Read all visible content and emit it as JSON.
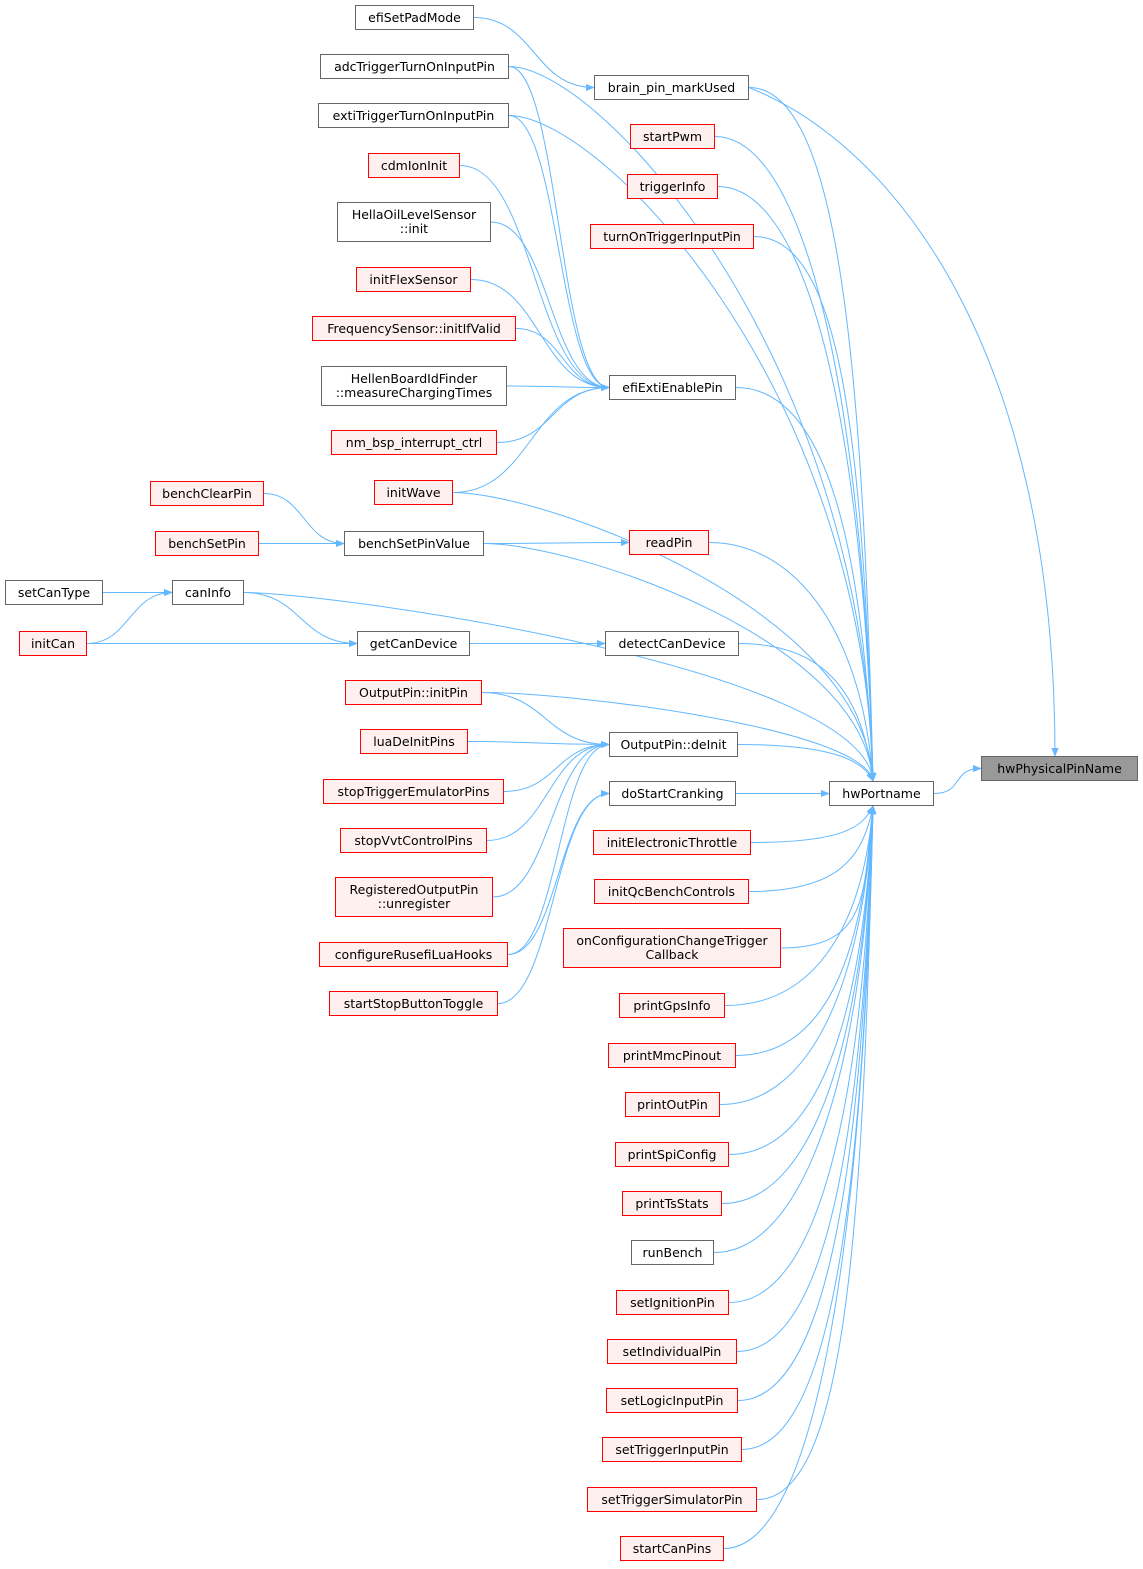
{
  "title": "hwPhysicalPinName caller graph",
  "colors": {
    "edge": "#63b8ff",
    "red_border": "#ff0000",
    "red_fill": "#fff0f0",
    "gray_border": "#666666",
    "root_fill": "#999999"
  },
  "nodes": [
    {
      "id": "hwPhysicalPinName",
      "label": "hwPhysicalPinName",
      "style": "root"
    },
    {
      "id": "hwPortname",
      "label": "hwPortname",
      "style": "gray"
    },
    {
      "id": "brain_pin_markUsed",
      "label": "brain_pin_markUsed",
      "style": "gray"
    },
    {
      "id": "startPwm",
      "label": "startPwm",
      "style": "red"
    },
    {
      "id": "triggerInfo",
      "label": "triggerInfo",
      "style": "red"
    },
    {
      "id": "turnOnTriggerInputPin",
      "label": "turnOnTriggerInputPin",
      "style": "red"
    },
    {
      "id": "efiExtiEnablePin",
      "label": "efiExtiEnablePin",
      "style": "gray"
    },
    {
      "id": "readPin",
      "label": "readPin",
      "style": "red"
    },
    {
      "id": "detectCanDevice",
      "label": "detectCanDevice",
      "style": "gray"
    },
    {
      "id": "OutputPin_deInit",
      "label": "OutputPin::deInit",
      "style": "gray"
    },
    {
      "id": "doStartCranking",
      "label": "doStartCranking",
      "style": "gray"
    },
    {
      "id": "initElectronicThrottle",
      "label": "initElectronicThrottle",
      "style": "red"
    },
    {
      "id": "initQcBenchControls",
      "label": "initQcBenchControls",
      "style": "red"
    },
    {
      "id": "onConfigurationChangeTriggerCallback",
      "label": "onConfigurationChangeTrigger\nCallback",
      "style": "red"
    },
    {
      "id": "printGpsInfo",
      "label": "printGpsInfo",
      "style": "red"
    },
    {
      "id": "printMmcPinout",
      "label": "printMmcPinout",
      "style": "red"
    },
    {
      "id": "printOutPin",
      "label": "printOutPin",
      "style": "red"
    },
    {
      "id": "printSpiConfig",
      "label": "printSpiConfig",
      "style": "red"
    },
    {
      "id": "printTsStats",
      "label": "printTsStats",
      "style": "red"
    },
    {
      "id": "runBench",
      "label": "runBench",
      "style": "gray"
    },
    {
      "id": "setIgnitionPin",
      "label": "setIgnitionPin",
      "style": "red"
    },
    {
      "id": "setIndividualPin",
      "label": "setIndividualPin",
      "style": "red"
    },
    {
      "id": "setLogicInputPin",
      "label": "setLogicInputPin",
      "style": "red"
    },
    {
      "id": "setTriggerInputPin",
      "label": "setTriggerInputPin",
      "style": "red"
    },
    {
      "id": "setTriggerSimulatorPin",
      "label": "setTriggerSimulatorPin",
      "style": "red"
    },
    {
      "id": "startCanPins",
      "label": "startCanPins",
      "style": "red"
    },
    {
      "id": "efiSetPadMode",
      "label": "efiSetPadMode",
      "style": "gray"
    },
    {
      "id": "adcTriggerTurnOnInputPin",
      "label": "adcTriggerTurnOnInputPin",
      "style": "gray"
    },
    {
      "id": "extiTriggerTurnOnInputPin",
      "label": "extiTriggerTurnOnInputPin",
      "style": "gray"
    },
    {
      "id": "cdmIonInit",
      "label": "cdmIonInit",
      "style": "red"
    },
    {
      "id": "HellaOilLevelSensor_init",
      "label": "HellaOilLevelSensor\n::init",
      "style": "gray"
    },
    {
      "id": "initFlexSensor",
      "label": "initFlexSensor",
      "style": "red"
    },
    {
      "id": "FrequencySensor_initIfValid",
      "label": "FrequencySensor::initIfValid",
      "style": "red"
    },
    {
      "id": "HellenBoardIdFinder_measureChargingTimes",
      "label": "HellenBoardIdFinder\n::measureChargingTimes",
      "style": "gray"
    },
    {
      "id": "nm_bsp_interrupt_ctrl",
      "label": "nm_bsp_interrupt_ctrl",
      "style": "red"
    },
    {
      "id": "initWave",
      "label": "initWave",
      "style": "red"
    },
    {
      "id": "benchSetPinValue",
      "label": "benchSetPinValue",
      "style": "gray"
    },
    {
      "id": "benchClearPin",
      "label": "benchClearPin",
      "style": "red"
    },
    {
      "id": "benchSetPin",
      "label": "benchSetPin",
      "style": "red"
    },
    {
      "id": "canInfo",
      "label": "canInfo",
      "style": "gray"
    },
    {
      "id": "setCanType",
      "label": "setCanType",
      "style": "gray"
    },
    {
      "id": "initCan",
      "label": "initCan",
      "style": "red"
    },
    {
      "id": "getCanDevice",
      "label": "getCanDevice",
      "style": "gray"
    },
    {
      "id": "OutputPin_initPin",
      "label": "OutputPin::initPin",
      "style": "red"
    },
    {
      "id": "luaDeInitPins",
      "label": "luaDeInitPins",
      "style": "red"
    },
    {
      "id": "stopTriggerEmulatorPins",
      "label": "stopTriggerEmulatorPins",
      "style": "red"
    },
    {
      "id": "stopVvtControlPins",
      "label": "stopVvtControlPins",
      "style": "red"
    },
    {
      "id": "RegisteredOutputPin_unregister",
      "label": "RegisteredOutputPin\n::unregister",
      "style": "red"
    },
    {
      "id": "configureRusefiLuaHooks",
      "label": "configureRusefiLuaHooks",
      "style": "red"
    },
    {
      "id": "startStopButtonToggle",
      "label": "startStopButtonToggle",
      "style": "red"
    }
  ],
  "edges": [
    [
      "hwPortname",
      "hwPhysicalPinName"
    ],
    [
      "brain_pin_markUsed",
      "hwPhysicalPinName"
    ],
    [
      "efiSetPadMode",
      "brain_pin_markUsed"
    ],
    [
      "brain_pin_markUsed",
      "hwPortname"
    ],
    [
      "startPwm",
      "hwPortname"
    ],
    [
      "triggerInfo",
      "hwPortname"
    ],
    [
      "turnOnTriggerInputPin",
      "hwPortname"
    ],
    [
      "efiExtiEnablePin",
      "hwPortname"
    ],
    [
      "readPin",
      "hwPortname"
    ],
    [
      "detectCanDevice",
      "hwPortname"
    ],
    [
      "OutputPin_deInit",
      "hwPortname"
    ],
    [
      "doStartCranking",
      "hwPortname"
    ],
    [
      "initElectronicThrottle",
      "hwPortname"
    ],
    [
      "initQcBenchControls",
      "hwPortname"
    ],
    [
      "onConfigurationChangeTriggerCallback",
      "hwPortname"
    ],
    [
      "printGpsInfo",
      "hwPortname"
    ],
    [
      "printMmcPinout",
      "hwPortname"
    ],
    [
      "printOutPin",
      "hwPortname"
    ],
    [
      "printSpiConfig",
      "hwPortname"
    ],
    [
      "printTsStats",
      "hwPortname"
    ],
    [
      "runBench",
      "hwPortname"
    ],
    [
      "setIgnitionPin",
      "hwPortname"
    ],
    [
      "setIndividualPin",
      "hwPortname"
    ],
    [
      "setLogicInputPin",
      "hwPortname"
    ],
    [
      "setTriggerInputPin",
      "hwPortname"
    ],
    [
      "setTriggerSimulatorPin",
      "hwPortname"
    ],
    [
      "startCanPins",
      "hwPortname"
    ],
    [
      "adcTriggerTurnOnInputPin",
      "hwPortname"
    ],
    [
      "extiTriggerTurnOnInputPin",
      "hwPortname"
    ],
    [
      "initWave",
      "hwPortname"
    ],
    [
      "benchSetPinValue",
      "hwPortname"
    ],
    [
      "canInfo",
      "hwPortname"
    ],
    [
      "OutputPin_initPin",
      "hwPortname"
    ],
    [
      "adcTriggerTurnOnInputPin",
      "efiExtiEnablePin"
    ],
    [
      "extiTriggerTurnOnInputPin",
      "efiExtiEnablePin"
    ],
    [
      "cdmIonInit",
      "efiExtiEnablePin"
    ],
    [
      "HellaOilLevelSensor_init",
      "efiExtiEnablePin"
    ],
    [
      "initFlexSensor",
      "efiExtiEnablePin"
    ],
    [
      "FrequencySensor_initIfValid",
      "efiExtiEnablePin"
    ],
    [
      "HellenBoardIdFinder_measureChargingTimes",
      "efiExtiEnablePin"
    ],
    [
      "nm_bsp_interrupt_ctrl",
      "efiExtiEnablePin"
    ],
    [
      "initWave",
      "efiExtiEnablePin"
    ],
    [
      "benchClearPin",
      "benchSetPinValue"
    ],
    [
      "benchSetPin",
      "benchSetPinValue"
    ],
    [
      "benchSetPinValue",
      "readPin"
    ],
    [
      "setCanType",
      "canInfo"
    ],
    [
      "initCan",
      "canInfo"
    ],
    [
      "canInfo",
      "getCanDevice"
    ],
    [
      "initCan",
      "getCanDevice"
    ],
    [
      "getCanDevice",
      "detectCanDevice"
    ],
    [
      "OutputPin_initPin",
      "OutputPin_deInit"
    ],
    [
      "luaDeInitPins",
      "OutputPin_deInit"
    ],
    [
      "stopTriggerEmulatorPins",
      "OutputPin_deInit"
    ],
    [
      "stopVvtControlPins",
      "OutputPin_deInit"
    ],
    [
      "RegisteredOutputPin_unregister",
      "OutputPin_deInit"
    ],
    [
      "configureRusefiLuaHooks",
      "OutputPin_deInit"
    ],
    [
      "configureRusefiLuaHooks",
      "doStartCranking"
    ],
    [
      "startStopButtonToggle",
      "doStartCranking"
    ]
  ]
}
